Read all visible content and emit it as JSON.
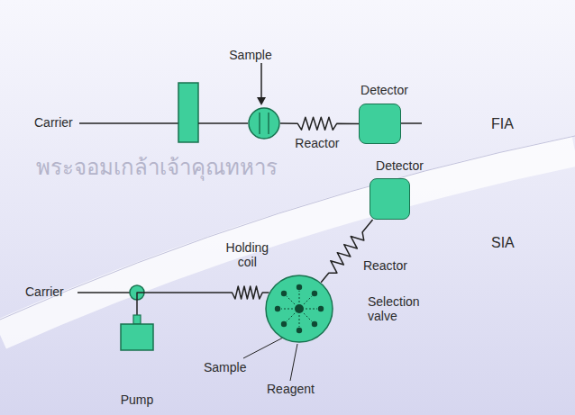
{
  "diagram": {
    "nodes": [
      {
        "text": [
          "Sample"
        ]
      },
      {
        "text": [
          "Detector"
        ]
      },
      {
        "text": [
          "Detector"
        ]
      },
      {
        "text": [
          "Selection valve"
        ]
      },
      {
        "text": [
          "Pump"
        ]
      }
    ],
    "edges": [
      {
        "from": 0,
        "to": 1,
        "arrow": "none",
        "label": "Reactor"
      },
      {
        "from": 3,
        "to": 2,
        "arrow": "none",
        "label": "Reactor"
      },
      {
        "from": 4,
        "to": 3,
        "arrow": "none",
        "label": "Holding coil"
      }
    ],
    "labels": [
      "Carrier",
      "FIA",
      "Carrier",
      "SIA",
      "Sample",
      "Reagent",
      "พระจอมเกล้าเจ้าคุณทหาร"
    ]
  }
}
